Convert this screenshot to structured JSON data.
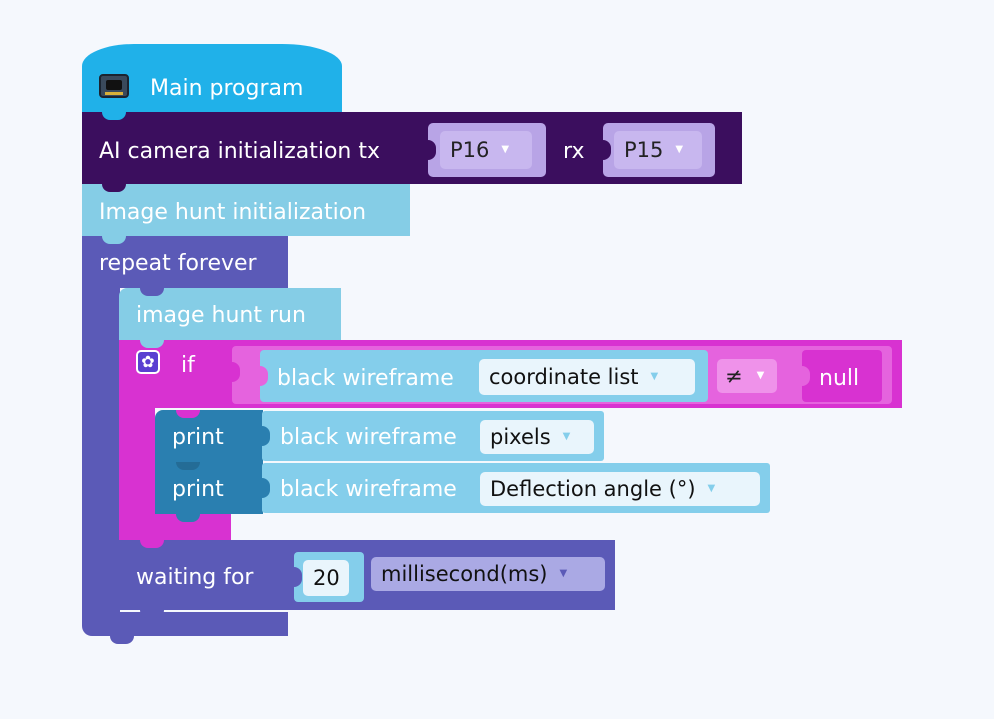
{
  "hat": {
    "label": "Main program",
    "icon": "microbit-board-icon"
  },
  "camera_init": {
    "label": "AI camera initialization tx",
    "tx_value": "P16",
    "rx_label": "rx",
    "rx_value": "P15"
  },
  "image_hunt_init": {
    "label": "Image hunt initialization"
  },
  "repeat": {
    "label": "repeat forever"
  },
  "hunt_run": {
    "label": "image hunt run"
  },
  "if_block": {
    "label": "if",
    "icon": "gear-icon",
    "left_prefix": "black wireframe",
    "left_option": "coordinate list",
    "operator": "≠",
    "right_value": "null"
  },
  "print1": {
    "label": "print",
    "prefix": "black wireframe",
    "option": "pixels"
  },
  "print2": {
    "label": "print",
    "prefix": "black wireframe",
    "option": "Deflection angle (°)"
  },
  "wait": {
    "label": "waiting for",
    "value": "20",
    "unit": "millisecond(ms)"
  },
  "colors": {
    "hat": "#20b1e9",
    "camera": "#3b0e5e",
    "hunt": "#85cde6",
    "loop": "#5b5ab7",
    "if": "#d832d1",
    "print": "#2a7fb0",
    "reporter": "#84ceeb"
  }
}
